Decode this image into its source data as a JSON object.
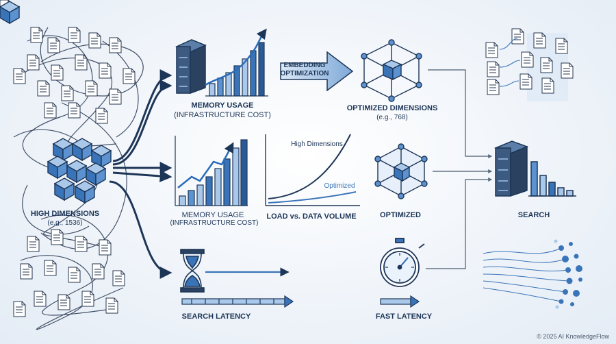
{
  "labels": {
    "high_dimensions": "HIGH DIMENSIONS",
    "high_dimensions_eg": "(e.g., 1536)",
    "memory_usage_top": "MEMORY USAGE",
    "infra_cost_top": "(INFRASTRUCTURE COST)",
    "memory_usage_mid": "MEMORY USAGE",
    "infra_cost_mid": "(INFRASTRUCTURE COST)",
    "embedding": "EMBEDDING",
    "optimization": "OPTIMIZATION",
    "optimized_dimensions": "OPTIMIZED DIMENSIONS",
    "optimized_dimensions_eg": "(e.g., 768)",
    "chart_high": "High Dimensions",
    "chart_optimized": "Optimized",
    "load_vs_volume": "LOAD vs. DATA VOLUME",
    "optimized": "OPTIMIZED",
    "search": "SEARCH",
    "search_latency": "SEARCH LATENCY",
    "fast_latency": "FAST LATENCY"
  },
  "footer": "© 2025 AI KnowledgeFlow",
  "colors": {
    "navy": "#1d3557",
    "blue": "#3a74b8",
    "light_blue": "#a9c8ea",
    "pale": "#dbe8f6"
  }
}
